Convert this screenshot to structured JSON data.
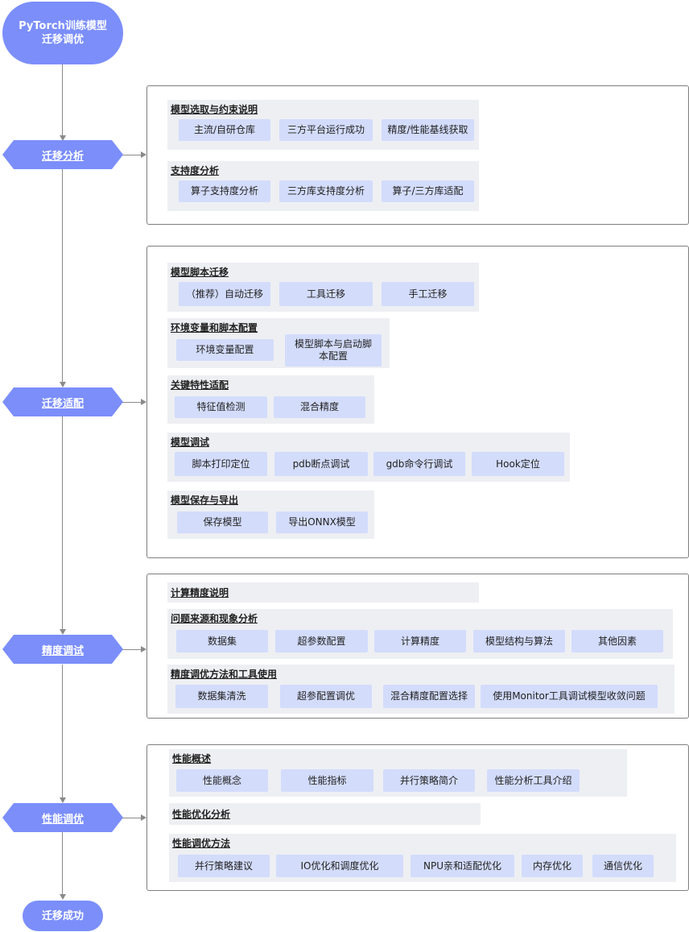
{
  "start": "PyTorch训练模型迁移调优",
  "end": "迁移成功",
  "stages": [
    {
      "label": "迁移分析",
      "groups": [
        {
          "title": "模型选取与约束说明",
          "items": [
            "主流/自研仓库",
            "三方平台运行成功",
            "精度/性能基线获取"
          ]
        },
        {
          "title": "支持度分析",
          "items": [
            "算子支持度分析",
            "三方库支持度分析",
            "算子/三方库适配"
          ]
        }
      ]
    },
    {
      "label": "迁移适配",
      "groups": [
        {
          "title": "模型脚本迁移",
          "items": [
            "（推荐）自动迁移",
            "工具迁移",
            "手工迁移"
          ]
        },
        {
          "title": "环境变量和脚本配置",
          "items": [
            "环境变量配置",
            "模型脚本与启动脚本配置"
          ]
        },
        {
          "title": "关键特性适配",
          "items": [
            "特征值检测",
            "混合精度"
          ]
        },
        {
          "title": "模型调试",
          "items": [
            "脚本打印定位",
            "pdb断点调试",
            "gdb命令行调试",
            "Hook定位"
          ]
        },
        {
          "title": "模型保存与导出",
          "items": [
            "保存模型",
            "导出ONNX模型"
          ]
        }
      ]
    },
    {
      "label": "精度调试",
      "groups": [
        {
          "title": "计算精度说明",
          "items": []
        },
        {
          "title": "问题来源和现象分析",
          "items": [
            "数据集",
            "超参数配置",
            "计算精度",
            "模型结构与算法",
            "其他因素"
          ]
        },
        {
          "title": "精度调优方法和工具使用",
          "items": [
            "数据集清洗",
            "超参配置调优",
            "混合精度配置选择",
            "使用Monitor工具调试模型收敛问题"
          ]
        }
      ]
    },
    {
      "label": "性能调优",
      "groups": [
        {
          "title": "性能概述",
          "items": [
            "性能概念",
            "性能指标",
            "并行策略简介",
            "性能分析工具介绍"
          ]
        },
        {
          "title": "性能优化分析",
          "items": []
        },
        {
          "title": "性能调优方法",
          "items": [
            "并行策略建议",
            "IO优化和调度优化",
            "NPU亲和适配优化",
            "内存优化",
            "通信优化"
          ]
        }
      ]
    }
  ]
}
